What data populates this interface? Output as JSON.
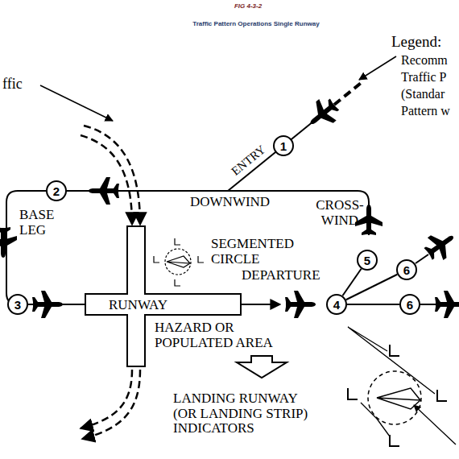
{
  "diagram": {
    "title": "Traffic Pattern Operations Single Runway",
    "nodes": [
      {
        "text": [
          "1"
        ]
      },
      {
        "text": [
          "2"
        ]
      },
      {
        "text": [
          "5"
        ]
      },
      {
        "text": [
          "6"
        ]
      },
      {
        "text": [
          "RUNWAY"
        ]
      },
      {
        "text": [
          "3"
        ]
      },
      {
        "text": [
          "4"
        ]
      },
      {
        "text": [
          "6"
        ]
      }
    ],
    "edges": [
      {
        "from": 6,
        "to": 2,
        "arrow": "none"
      },
      {
        "from": 6,
        "to": 3,
        "arrow": "none"
      },
      {
        "from": 6,
        "to": 7,
        "arrow": "none"
      }
    ],
    "labels": [
      "FIG 4-3-2",
      "Legend:",
      "Recomm",
      "Traffic P",
      "(Standar",
      "Pattern w",
      "ffic",
      "ENTRY",
      "DOWNWIND",
      "CROSS- WIND",
      "BASE LEG",
      "SEGMENTED CIRCLE",
      "DEPARTURE",
      "HAZARD OR POPULATED AREA",
      "LANDING RUNWAY (OR LANDING STRIP) INDICATORS"
    ]
  }
}
